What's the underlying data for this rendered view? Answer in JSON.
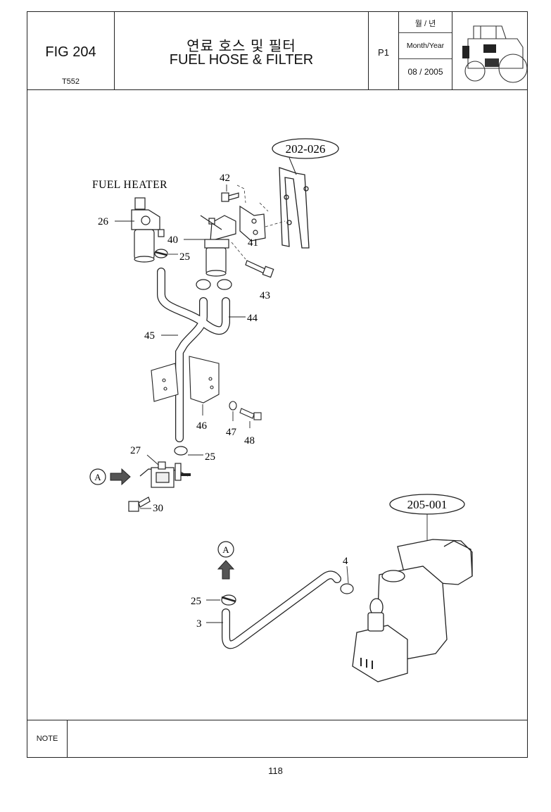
{
  "header": {
    "fig_label": "FIG 204",
    "model": "T552",
    "title_ko": "연료 호스 및 필터",
    "title_en": "FUEL HOSE & FILTER",
    "page": "P1",
    "date_label_ko": "월 / 년",
    "date_label_en": "Month/Year",
    "date_value": "08 / 2005"
  },
  "diagram": {
    "fuel_heater_label": "FUEL HEATER",
    "refs": [
      "202-026",
      "205-001"
    ],
    "arrow_mark": "A",
    "part_numbers": {
      "p26": "26",
      "p25a": "25",
      "p40": "40",
      "p42": "42",
      "p41": "41",
      "p43": "43",
      "p44": "44",
      "p45": "45",
      "p46": "46",
      "p47": "47",
      "p48": "48",
      "p27": "27",
      "p25b": "25",
      "p30": "30",
      "p4": "4",
      "p25c": "25",
      "p3": "3"
    }
  },
  "note_label": "NOTE",
  "page_number": "118"
}
